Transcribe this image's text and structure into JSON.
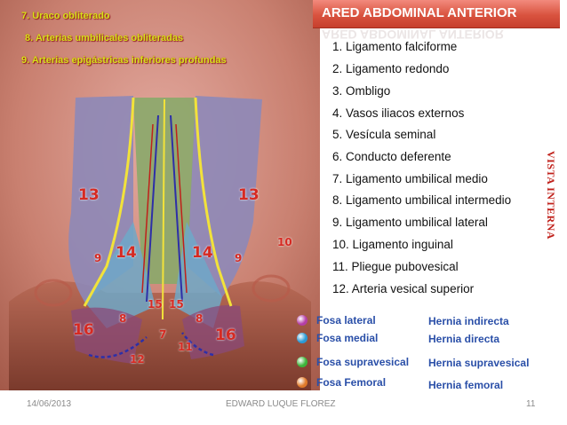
{
  "title": "ARED ABDOMINAL ANTERIOR",
  "vertical_label": "VISTA INTERNA",
  "key_items": [
    {
      "text": "7. Uraco obliterado"
    },
    {
      "text": "8. Arterias umbilicales obliteradas"
    },
    {
      "text": "9. Arterias epigástricas inferiores profundas"
    }
  ],
  "legend": [
    {
      "text": "1. Ligamento falciforme"
    },
    {
      "text": "2. Ligamento redondo"
    },
    {
      "text": "3. Ombligo"
    },
    {
      "text": "4. Vasos iliacos externos"
    },
    {
      "text": "5. Vesícula seminal"
    },
    {
      "text": "6. Conducto deferente"
    },
    {
      "text": "7. Ligamento umbilical medio"
    },
    {
      "text": "8. Ligamento umbilical intermedio"
    },
    {
      "text": "9. Ligamento umbilical lateral"
    },
    {
      "text": "10. Ligamento inguinal"
    },
    {
      "text": "11. Pliegue pubovesical"
    },
    {
      "text": "12. Arteria vesical superior"
    }
  ],
  "figure_numbers": [
    {
      "text": "13"
    },
    {
      "text": "13"
    },
    {
      "text": "14"
    },
    {
      "text": "14"
    },
    {
      "text": "9"
    },
    {
      "text": "9"
    },
    {
      "text": "10"
    },
    {
      "text": "15"
    },
    {
      "text": "15"
    },
    {
      "text": "8"
    },
    {
      "text": "8"
    },
    {
      "text": "16"
    },
    {
      "text": "16"
    },
    {
      "text": "7"
    },
    {
      "text": "11"
    },
    {
      "text": "12"
    }
  ],
  "fossae": [
    {
      "fossa": "Fosa lateral",
      "hernia": "Hernia indirecta",
      "color": "#b43ea6"
    },
    {
      "fossa": "Fosa medial",
      "hernia": "Hernia directa",
      "color": "#2a9ad6"
    },
    {
      "fossa": "Fosa supravesical",
      "hernia": "Hernia supravesical",
      "color": "#3cb53a"
    },
    {
      "fossa": "Fosa Femoral",
      "hernia": "Hernia femoral",
      "color": "#e07a2a"
    }
  ],
  "footer": {
    "date": "14/06/2013",
    "author": "EDWARD LUQUE FLOREZ",
    "page": "11"
  }
}
